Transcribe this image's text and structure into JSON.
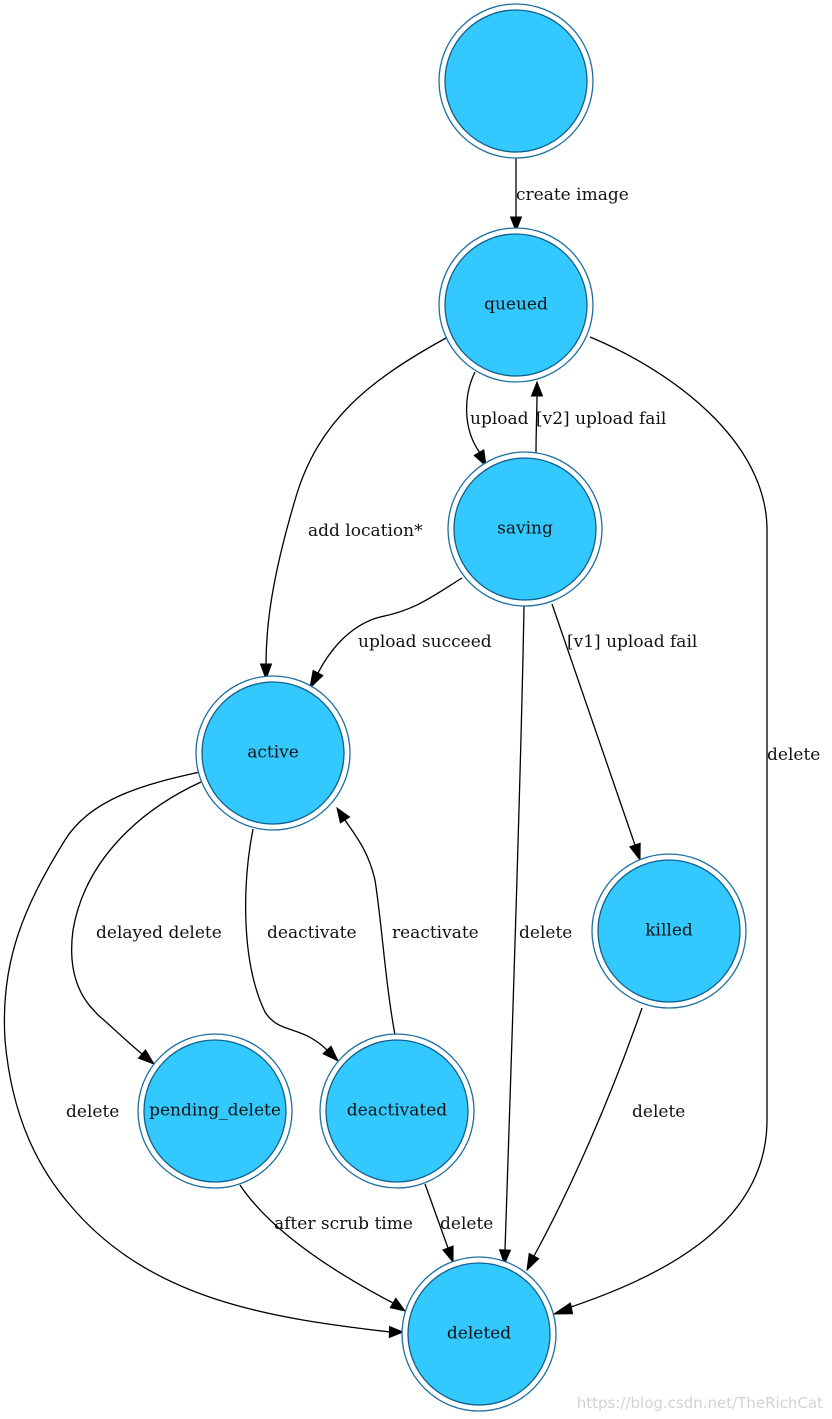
{
  "diagram": {
    "colors": {
      "node_fill": "#33c9ff",
      "node_stroke": "#0f5f8c",
      "ring_stroke": "#1a6fa3",
      "edge": "#000000"
    },
    "nodes": {
      "start": {
        "label": ""
      },
      "queued": {
        "label": "queued"
      },
      "saving": {
        "label": "saving"
      },
      "active": {
        "label": "active"
      },
      "killed": {
        "label": "killed"
      },
      "pending_delete": {
        "label": "pending_delete"
      },
      "deactivated": {
        "label": "deactivated"
      },
      "deleted": {
        "label": "deleted"
      }
    },
    "edges": [
      {
        "from": "start",
        "to": "queued",
        "label": "create image"
      },
      {
        "from": "queued",
        "to": "saving",
        "label": "upload"
      },
      {
        "from": "saving",
        "to": "queued",
        "label": "[v2] upload fail"
      },
      {
        "from": "queued",
        "to": "active",
        "label": "add location*"
      },
      {
        "from": "queued",
        "to": "deleted",
        "label": "delete"
      },
      {
        "from": "saving",
        "to": "active",
        "label": "upload succeed"
      },
      {
        "from": "saving",
        "to": "killed",
        "label": "[v1] upload fail"
      },
      {
        "from": "saving",
        "to": "deleted",
        "label": "delete"
      },
      {
        "from": "active",
        "to": "pending_delete",
        "label": "delayed delete"
      },
      {
        "from": "active",
        "to": "deactivated",
        "label": "deactivate"
      },
      {
        "from": "deactivated",
        "to": "active",
        "label": "reactivate"
      },
      {
        "from": "active",
        "to": "deleted",
        "label": "delete"
      },
      {
        "from": "killed",
        "to": "deleted",
        "label": "delete"
      },
      {
        "from": "pending_delete",
        "to": "deleted",
        "label": "after scrub time"
      },
      {
        "from": "deactivated",
        "to": "deleted",
        "label": "delete"
      }
    ]
  },
  "watermark": "https://blog.csdn.net/TheRichCat"
}
